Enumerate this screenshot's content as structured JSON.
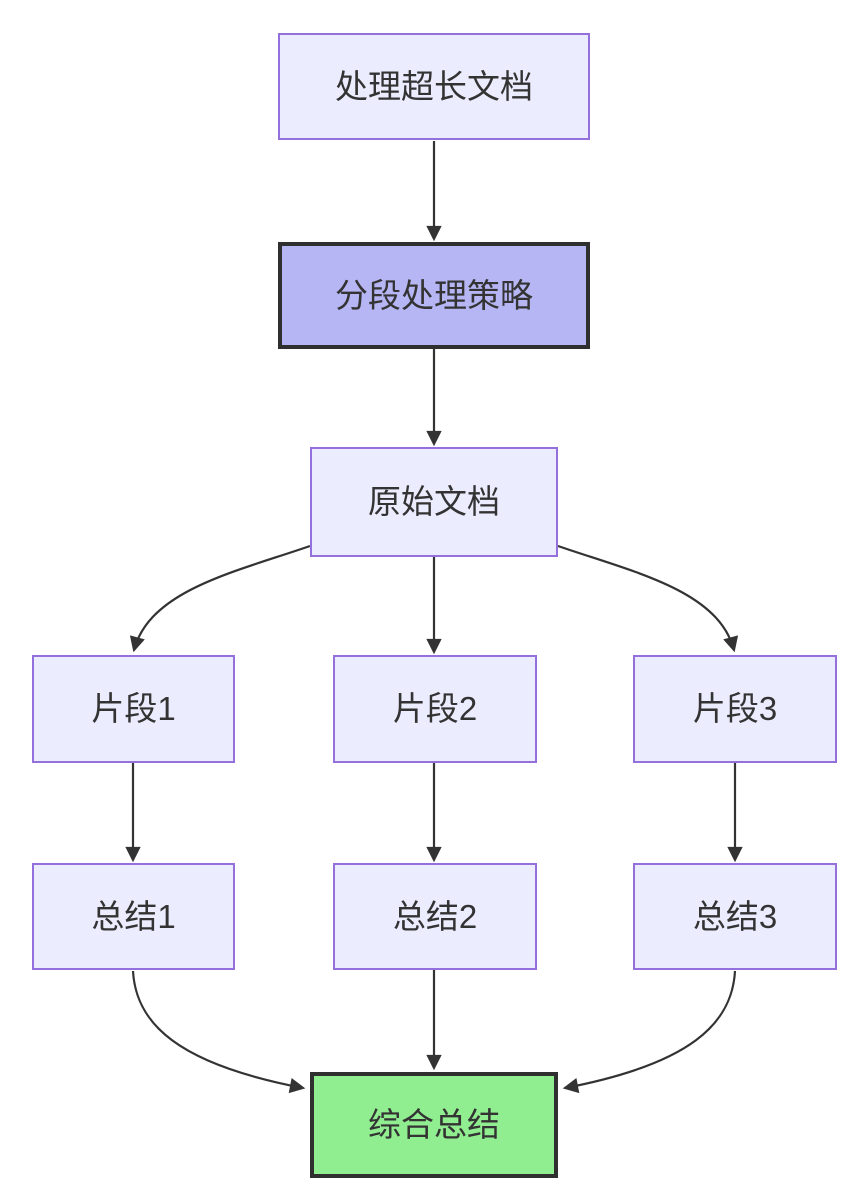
{
  "diagram": {
    "type": "flowchart",
    "direction": "top-down",
    "nodes": [
      {
        "id": "task",
        "label": "处理超长文档",
        "style": "default"
      },
      {
        "id": "strategy",
        "label": "分段处理策略",
        "style": "strategy"
      },
      {
        "id": "original",
        "label": "原始文档",
        "style": "default"
      },
      {
        "id": "frag1",
        "label": "片段1",
        "style": "default"
      },
      {
        "id": "frag2",
        "label": "片段2",
        "style": "default"
      },
      {
        "id": "frag3",
        "label": "片段3",
        "style": "default"
      },
      {
        "id": "sum1",
        "label": "总结1",
        "style": "default"
      },
      {
        "id": "sum2",
        "label": "总结2",
        "style": "default"
      },
      {
        "id": "sum3",
        "label": "总结3",
        "style": "default"
      },
      {
        "id": "final",
        "label": "综合总结",
        "style": "final"
      }
    ],
    "edges": [
      {
        "from": "task",
        "to": "strategy"
      },
      {
        "from": "strategy",
        "to": "original"
      },
      {
        "from": "original",
        "to": "frag1"
      },
      {
        "from": "original",
        "to": "frag2"
      },
      {
        "from": "original",
        "to": "frag3"
      },
      {
        "from": "frag1",
        "to": "sum1"
      },
      {
        "from": "frag2",
        "to": "sum2"
      },
      {
        "from": "frag3",
        "to": "sum3"
      },
      {
        "from": "sum1",
        "to": "final"
      },
      {
        "from": "sum2",
        "to": "final"
      },
      {
        "from": "sum3",
        "to": "final"
      }
    ],
    "colors": {
      "default_node_fill": "#ececff",
      "default_node_border": "#9370db",
      "strategy_node_fill": "#b6b6f5",
      "final_node_fill": "#90ee90",
      "emphasis_border": "#2f2f2f",
      "edge_color": "#333333",
      "text_color": "#333333",
      "background": "#ffffff"
    }
  }
}
